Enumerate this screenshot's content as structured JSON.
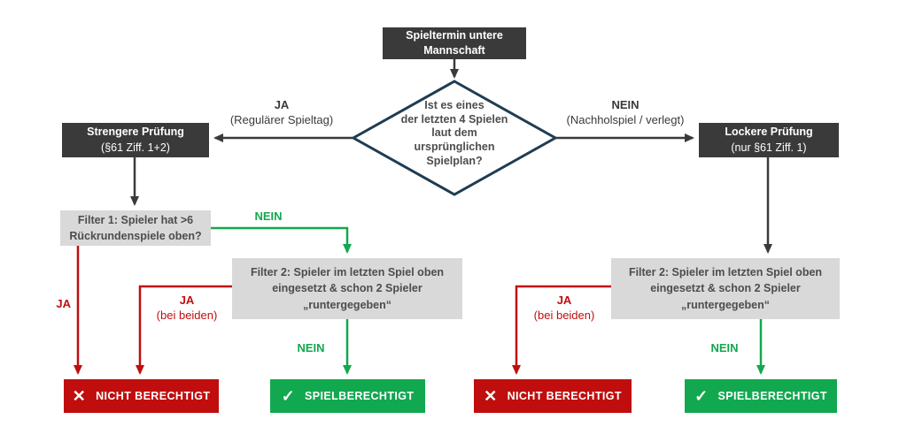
{
  "colors": {
    "dark": "#3a3a3a",
    "diamond_border": "#1e3c53",
    "gray_box": "#d9d9d9",
    "gray_text": "#4d4d4d",
    "red": "#c00e0e",
    "green": "#12a84f"
  },
  "nodes": {
    "start": {
      "text": "Spieltermin untere\nMannschaft"
    },
    "decision": {
      "text": "Ist es eines\nder letzten 4 Spielen\nlaut dem\nursprünglichen\nSpielplan?"
    },
    "strict_check": {
      "title": "Strengere Prüfung",
      "subtitle": "(§61 Ziff. 1+2)"
    },
    "loose_check": {
      "title": "Lockere Prüfung",
      "subtitle": "(nur §61 Ziff. 1)"
    },
    "filter1": {
      "text": "Filter 1: Spieler hat >6\nRückrundenspiele oben?"
    },
    "filter2_left": {
      "text": "Filter 2: Spieler im letzten Spiel oben\neingesetzt & schon 2 Spieler\n„runtergegeben“"
    },
    "filter2_right": {
      "text": "Filter 2: Spieler im letzten Spiel oben\neingesetzt & schon 2 Spieler\n„runtergegeben“"
    },
    "not_eligible_left": {
      "icon": "✕",
      "label": "NICHT BERECHTIGT"
    },
    "eligible_left": {
      "icon": "✓",
      "label": "SPIELBERECHTIGT"
    },
    "not_eligible_right": {
      "icon": "✕",
      "label": "NICHT BERECHTIGT"
    },
    "eligible_right": {
      "icon": "✓",
      "label": "SPIELBERECHTIGT"
    }
  },
  "edges": {
    "decision_yes": {
      "label": "JA",
      "sublabel": "(Regulärer Spieltag)"
    },
    "decision_no": {
      "label": "NEIN",
      "sublabel": "(Nachholspiel / verlegt)"
    },
    "filter1_no": {
      "label": "NEIN"
    },
    "filter1_yes": {
      "label": "JA"
    },
    "filter2_left_yes": {
      "label": "JA",
      "sublabel": "(bei beiden)"
    },
    "filter2_left_no": {
      "label": "NEIN"
    },
    "filter2_right_yes": {
      "label": "JA",
      "sublabel": "(bei beiden)"
    },
    "filter2_right_no": {
      "label": "NEIN"
    }
  }
}
